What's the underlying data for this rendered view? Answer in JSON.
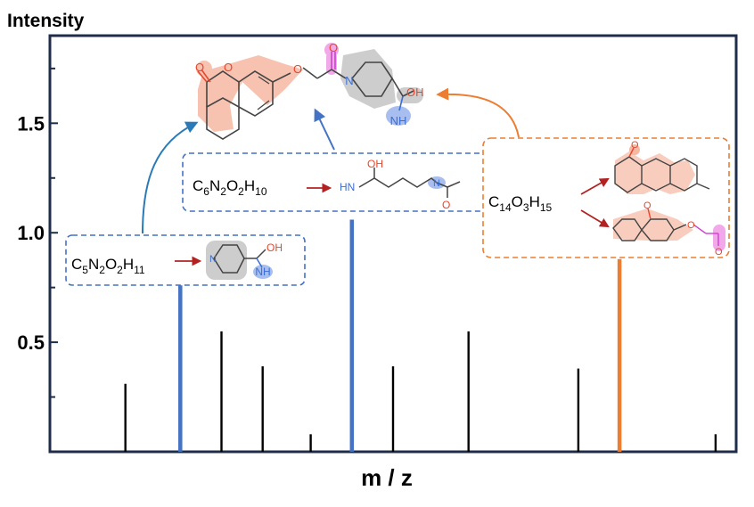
{
  "chart_data": {
    "type": "bar",
    "xlabel": "m / z",
    "ylabel": "Intensity",
    "ylim": [
      0,
      1.9
    ],
    "yticks": [
      0.5,
      1.0,
      1.5
    ],
    "ytick_labels": [
      "0.5",
      "1.0",
      "1.5"
    ],
    "grid": false,
    "series": [
      {
        "color": "#000000",
        "values": [
          {
            "x": 1.1,
            "y": 0.31
          },
          {
            "x": 2.5,
            "y": 0.55
          },
          {
            "x": 3.1,
            "y": 0.39
          },
          {
            "x": 3.8,
            "y": 0.08
          },
          {
            "x": 5.0,
            "y": 0.39
          },
          {
            "x": 6.1,
            "y": 0.55
          },
          {
            "x": 7.7,
            "y": 0.38
          },
          {
            "x": 9.7,
            "y": 0.08
          }
        ]
      },
      {
        "color": "#4472c4",
        "values": [
          {
            "x": 1.9,
            "y": 0.76
          },
          {
            "x": 4.4,
            "y": 1.06
          }
        ]
      },
      {
        "color": "#ed7d31",
        "values": [
          {
            "x": 8.3,
            "y": 0.88
          }
        ]
      }
    ],
    "xlim": [
      0,
      10
    ],
    "annotations": [
      {
        "formula": [
          "C",
          "5",
          "N",
          "2",
          "O",
          "2",
          "H",
          "11"
        ],
        "color": "#4472c4"
      },
      {
        "formula": [
          "C",
          "6",
          "N",
          "2",
          "O",
          "2",
          "H",
          "10"
        ],
        "color": "#4472c4"
      },
      {
        "formula": [
          "C",
          "14",
          "O",
          "3",
          "H",
          "15"
        ],
        "color": "#ed7d31"
      }
    ]
  },
  "colors": {
    "frame": "#1f2d4a",
    "blue": "#4472c4",
    "orange": "#ed7d31",
    "red_arrow": "#b22222",
    "atom_red": "#e8472b",
    "atom_blue": "#3a6fd8",
    "highlight_orange": "#f6b8a3",
    "highlight_grey": "#c8c8c8",
    "highlight_pink": "#f0a0e8"
  },
  "fragments": {
    "f1": {
      "oh": "OH",
      "nh": "NH"
    },
    "f2": {
      "oh": "OH",
      "hn": "HN",
      "o": "O"
    },
    "parent": {
      "o": "O",
      "n": "N",
      "oh": "OH",
      "nh": "NH"
    },
    "f3": {
      "o": "O"
    }
  }
}
